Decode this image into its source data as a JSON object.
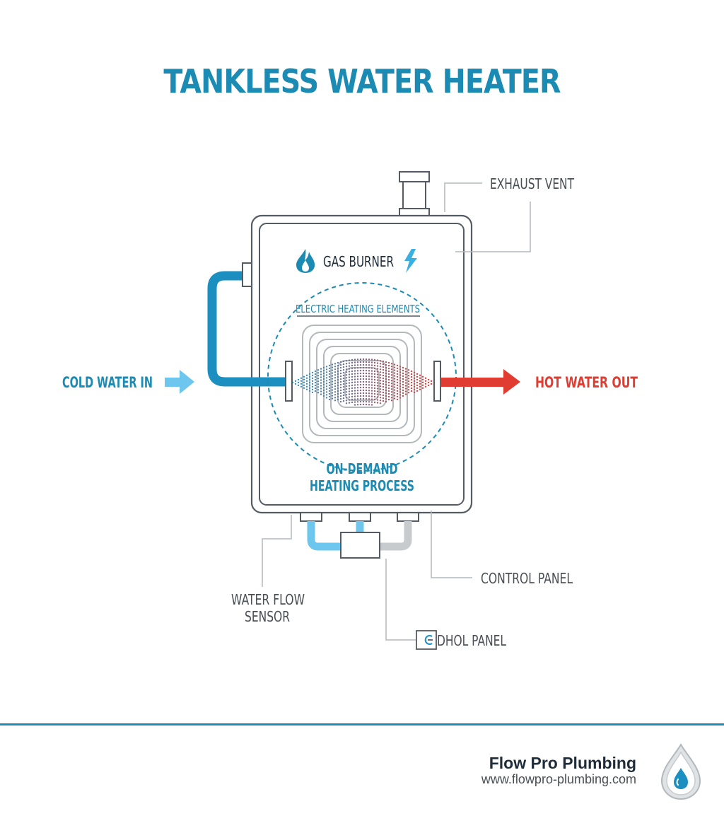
{
  "title": "TANKLESS WATER HEATER",
  "labels": {
    "exhaust_vent": "EXHAUST VENT",
    "gas_burner": "GAS BURNER",
    "electric_heating_elements": "ELECTRIC HEATING ELEMENTS",
    "cold_water_in": "COLD WATER IN",
    "hot_water_out": "HOT WATER OUT",
    "process_line1": "ON-DEMAND",
    "process_line2": "HEATING PROCESS",
    "control_panel": "CONTROL PANEL",
    "water_flow_sensor_line1": "WATER FLOW",
    "water_flow_sensor_line2": "SENSOR",
    "bottom_panel_label": "DHOL PANEL"
  },
  "icons": {
    "flame": "flame-icon",
    "bolt": "lightning-bolt-icon",
    "water_drop": "water-drop-icon",
    "arrow_in": "arrow-right-icon",
    "arrow_out": "arrow-right-icon"
  },
  "colors": {
    "title": "#1b8bb4",
    "teal": "#1b8bb4",
    "cold_pipe": "#1a8fc0",
    "light_blue": "#6cc6ee",
    "hot_red": "#e03c31",
    "gray_text": "#4a4f56",
    "outline": "#555b62",
    "leader": "#9aa0a6",
    "brand_dark": "#1f2d3a"
  },
  "footer": {
    "brand": "Flow Pro Plumbing",
    "url": "www.flowpro-plumbing.com"
  }
}
